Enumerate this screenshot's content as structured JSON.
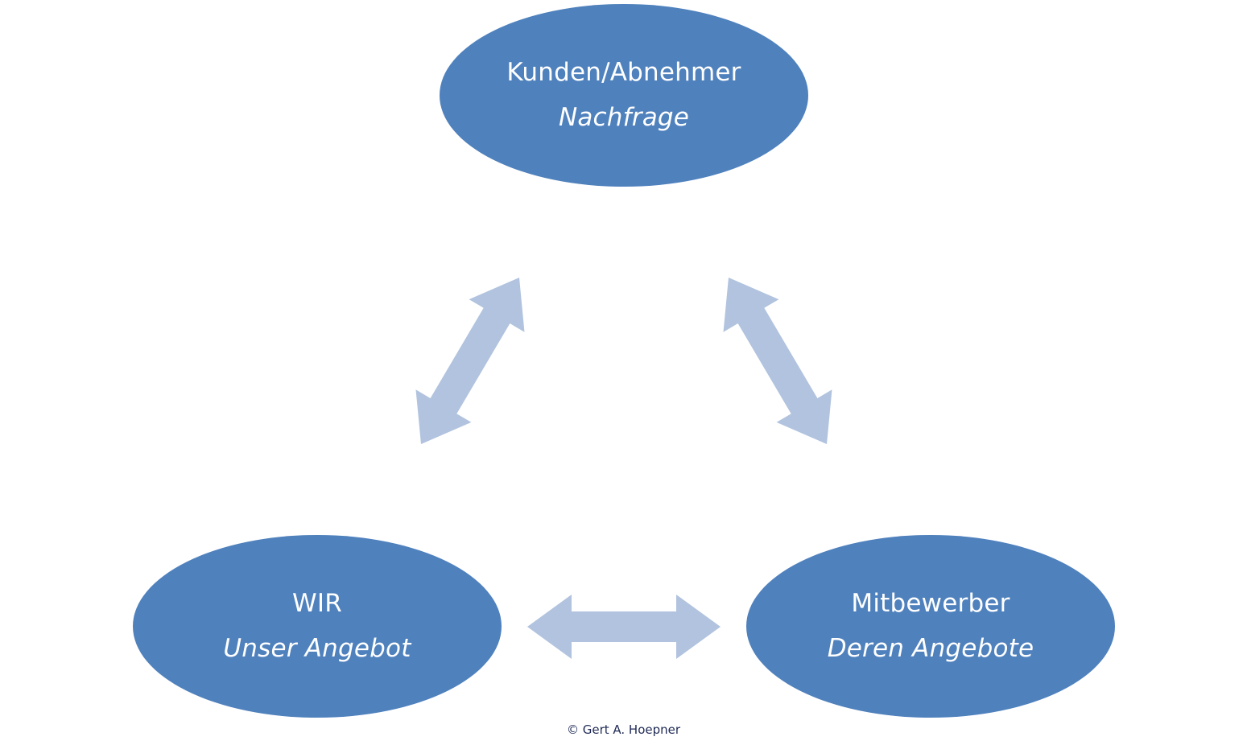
{
  "colors": {
    "node_fill": "#4f81bd",
    "arrow_fill": "#b1c3de",
    "node_text": "#ffffff",
    "copyright_text": "#1f2a55"
  },
  "nodes": {
    "top": {
      "title": "Kunden/Abnehmer",
      "subtitle": "Nachfrage"
    },
    "left": {
      "title": "WIR",
      "subtitle": "Unser Angebot"
    },
    "right": {
      "title": "Mitbewerber",
      "subtitle": "Deren Angebote"
    }
  },
  "arrows": [
    {
      "from": "left",
      "to": "top",
      "type": "bidirectional"
    },
    {
      "from": "top",
      "to": "right",
      "type": "bidirectional"
    },
    {
      "from": "left",
      "to": "right",
      "type": "bidirectional"
    }
  ],
  "copyright": "© Gert A. Hoepner"
}
